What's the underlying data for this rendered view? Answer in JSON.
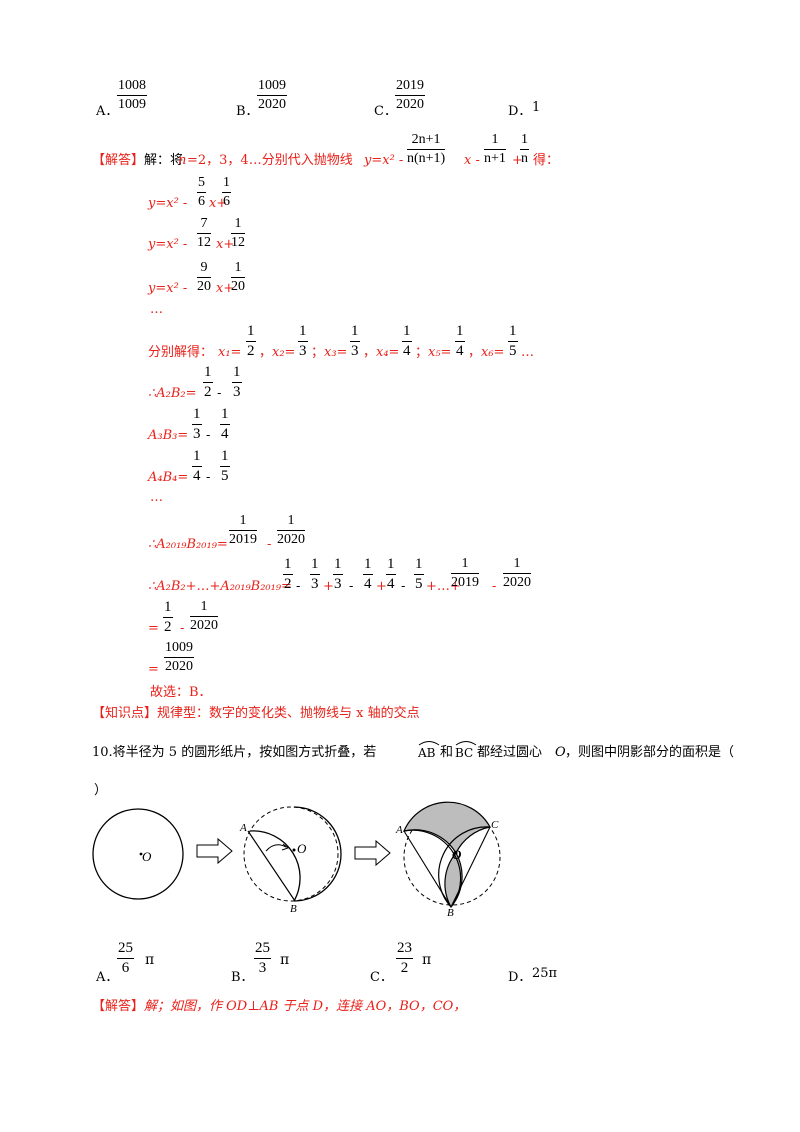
{
  "q9_options": [
    {
      "letter": "A．",
      "num": "1008",
      "den": "1009"
    },
    {
      "letter": "B．",
      "num": "1009",
      "den": "2020"
    },
    {
      "letter": "C．",
      "num": "2019",
      "den": "2020"
    },
    {
      "letter": "D．",
      "text": "1"
    }
  ],
  "solution": {
    "tag": "【解答】",
    "intro": "解：将",
    "n_part": "n",
    "n_vals": "=2，3，4…分别代入抛物线",
    "y_expr": "y=x² -",
    "frac1": {
      "num": "2n+1",
      "den": "n(n+1)"
    },
    "x_minus": "x -",
    "frac2": {
      "num": "1",
      "den": "n+1"
    },
    "plus": "+",
    "frac3": {
      "num": "1",
      "den": "n"
    },
    "de": "得：",
    "eq1": {
      "pre": "y=x² -",
      "a": {
        "num": "5",
        "den": "6"
      },
      "mid": "x+",
      "b": {
        "num": "1",
        "den": "6"
      }
    },
    "eq2": {
      "pre": "y=x² -",
      "a": {
        "num": "7",
        "den": "12"
      },
      "mid": "x+",
      "b": {
        "num": "1",
        "den": "12"
      }
    },
    "eq3": {
      "pre": "y=x² -",
      "a": {
        "num": "9",
        "den": "20"
      },
      "mid": "x+",
      "b": {
        "num": "1",
        "den": "20"
      }
    },
    "dots": "…",
    "roots_label": "分别解得：",
    "roots": [
      {
        "var": "x₁=",
        "num": "1",
        "den": "2",
        "sep": "，"
      },
      {
        "var": "x₂=",
        "num": "1",
        "den": "3",
        "sep": "；"
      },
      {
        "var": "x₃=",
        "num": "1",
        "den": "3",
        "sep": "，"
      },
      {
        "var": "x₄=",
        "num": "1",
        "den": "4",
        "sep": "；"
      },
      {
        "var": "x₅=",
        "num": "1",
        "den": "4",
        "sep": "，"
      },
      {
        "var": "x₆=",
        "num": "1",
        "den": "5",
        "sep": "…"
      }
    ],
    "ab2": {
      "pre": "∴A₂B₂=",
      "a": {
        "num": "1",
        "den": "2"
      },
      "b": {
        "num": "1",
        "den": "3"
      }
    },
    "ab3": {
      "pre": "A₃B₃=",
      "a": {
        "num": "1",
        "den": "3"
      },
      "b": {
        "num": "1",
        "den": "4"
      }
    },
    "ab4": {
      "pre": "A₄B₄=",
      "a": {
        "num": "1",
        "den": "4"
      },
      "b": {
        "num": "1",
        "den": "5"
      }
    },
    "dots2": "…",
    "ab2019": {
      "pre": "∴A₂₀₁₉B₂₀₁₉=",
      "a": {
        "num": "1",
        "den": "2019"
      },
      "b": {
        "num": "1",
        "den": "2020"
      }
    },
    "sum_pre": "∴A₂B₂+…+A₂₀₁₉B₂₀₁₉=",
    "sum_terms": [
      {
        "num": "1",
        "den": "2"
      },
      {
        "num": "1",
        "den": "3"
      },
      {
        "num": "1",
        "den": "3"
      },
      {
        "num": "1",
        "den": "4"
      },
      {
        "num": "1",
        "den": "4"
      },
      {
        "num": "1",
        "den": "5"
      },
      {
        "num": "1",
        "den": "2019"
      },
      {
        "num": "1",
        "den": "2020"
      }
    ],
    "step2": {
      "pre": "=",
      "a": {
        "num": "1",
        "den": "2"
      },
      "b": {
        "num": "1",
        "den": "2020"
      }
    },
    "step3": {
      "pre": "=",
      "a": {
        "num": "1009",
        "den": "2020"
      }
    },
    "choice": "故选：B．"
  },
  "knowledge": {
    "tag": "【知识点】",
    "text": "规律型：数字的变化类、抛物线与 x 轴的交点"
  },
  "q10": {
    "line1_a": "10.将半径为 5 的圆形纸片，按如图方式折叠，若",
    "arc1": "AB",
    "he": "和",
    "arc2": "BC",
    "line1_b": "都经过圆心",
    "O": "O",
    "line1_c": "，则图中阴影部分的面积是（",
    "line2": "）",
    "labels": {
      "O": "O",
      "A": "A",
      "B": "B",
      "C": "C"
    },
    "options": [
      {
        "letter": "A．",
        "num": "25",
        "den": "6",
        "tail": "π"
      },
      {
        "letter": "B．",
        "num": "25",
        "den": "3",
        "tail": "π"
      },
      {
        "letter": "C．",
        "num": "23",
        "den": "2",
        "tail": "π"
      },
      {
        "letter": "D．",
        "text": "25π"
      }
    ]
  },
  "q10_solution": {
    "tag": "【解答】",
    "text": "解；如图，作 OD⊥AB 于点 D，连接 AO，BO，CO，"
  }
}
